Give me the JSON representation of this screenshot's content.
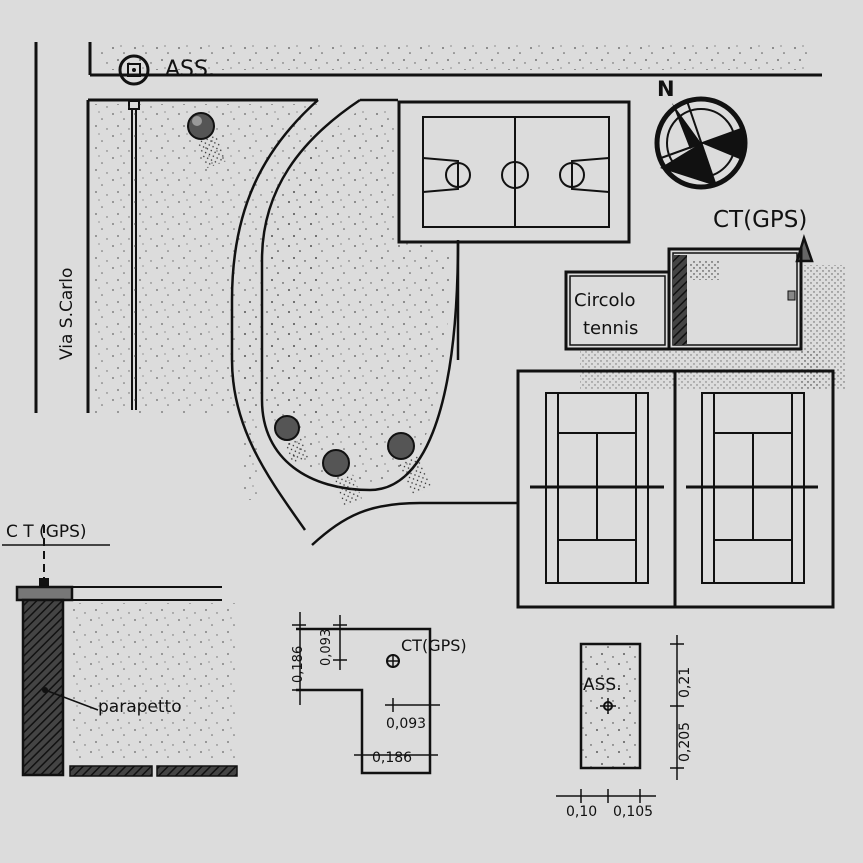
{
  "labels": {
    "ass_top": "ASS.",
    "north": "N",
    "street": "Via S.Carlo",
    "ct_gps_main": "CT(GPS)",
    "club_line1": "Circolo",
    "club_line2": "tennis",
    "ct_gps_section": "C T (GPS)",
    "parapet": "parapetto",
    "ct_gps_detail": "CT(GPS)",
    "ass_detail": "ASS."
  },
  "dimensions": {
    "ct_v1": "0,186",
    "ct_v2": "0,093",
    "ct_h1": "0,093",
    "ct_h2": "0,186",
    "ass_v1": "0,21",
    "ass_v2": "0,205",
    "ass_h1": "0,10",
    "ass_h2": "0,105"
  }
}
